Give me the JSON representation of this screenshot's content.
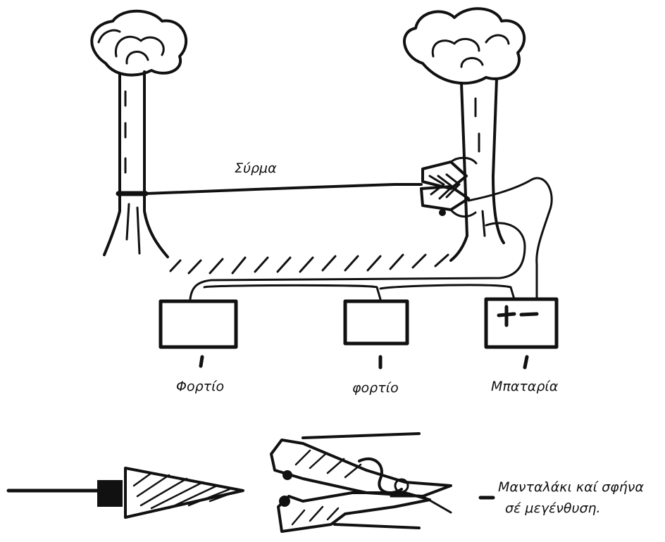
{
  "labels": {
    "wire": "Σύρμα",
    "load_left": "Φορτίο",
    "load_middle": "φορτίο",
    "battery": "Μπαταρία",
    "detail_line1": "Μανταλάκι καί σφήνα",
    "detail_line2": "σέ μεγένθυση."
  },
  "battery_symbols": "+ −",
  "colors": {
    "ink": "#111111",
    "background": "#ffffff"
  }
}
